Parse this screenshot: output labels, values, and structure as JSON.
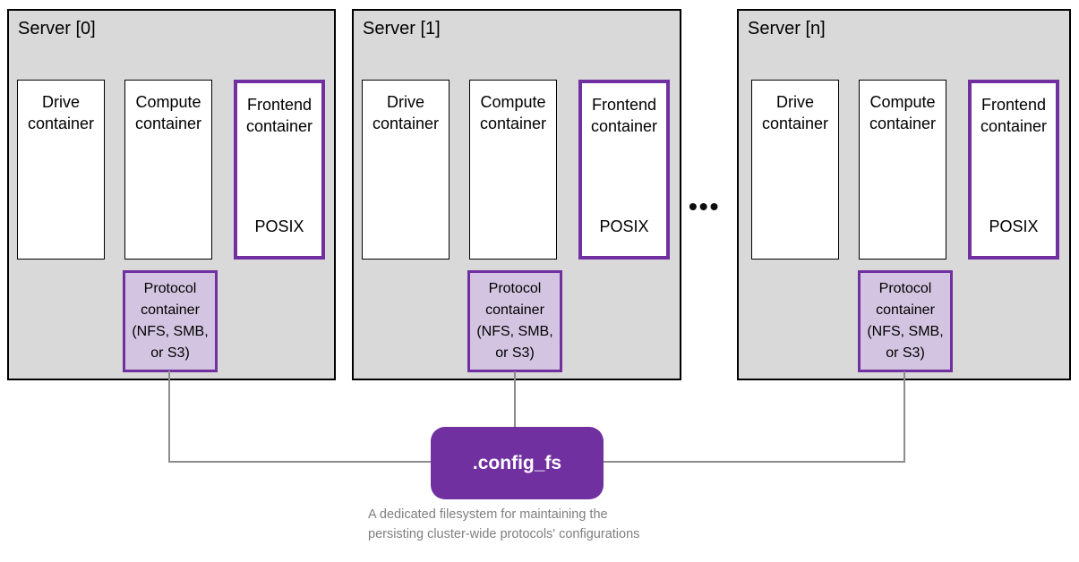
{
  "diagram": {
    "servers": [
      {
        "title": "Server [0]",
        "drive_label": "Drive\ncontainer",
        "compute_label": "Compute\ncontainer",
        "frontend_label": "Frontend\ncontainer",
        "frontend_protocol": "POSIX",
        "protocol_label": "Protocol\ncontainer\n(NFS, SMB,\nor S3)"
      },
      {
        "title": "Server [1]",
        "drive_label": "Drive\ncontainer",
        "compute_label": "Compute\ncontainer",
        "frontend_label": "Frontend\ncontainer",
        "frontend_protocol": "POSIX",
        "protocol_label": "Protocol\ncontainer\n(NFS, SMB,\nor S3)"
      },
      {
        "title": "Server [n]",
        "drive_label": "Drive\ncontainer",
        "compute_label": "Compute\ncontainer",
        "frontend_label": "Frontend\ncontainer",
        "frontend_protocol": "POSIX",
        "protocol_label": "Protocol\ncontainer\n(NFS, SMB,\nor S3)"
      }
    ],
    "ellipsis_icon": "•••",
    "config_fs": {
      "label": ".config_fs"
    },
    "caption": "A dedicated filesystem for maintaining the\npersisting cluster-wide protocols' configurations",
    "colors": {
      "server_fill": "#d9d9d9",
      "container_fill": "#ffffff",
      "accent_purple": "#7030a0",
      "protocol_fill": "#d3c5e1",
      "connector_gray": "#8c8c8c",
      "caption_gray": "#7f7f7f"
    }
  }
}
